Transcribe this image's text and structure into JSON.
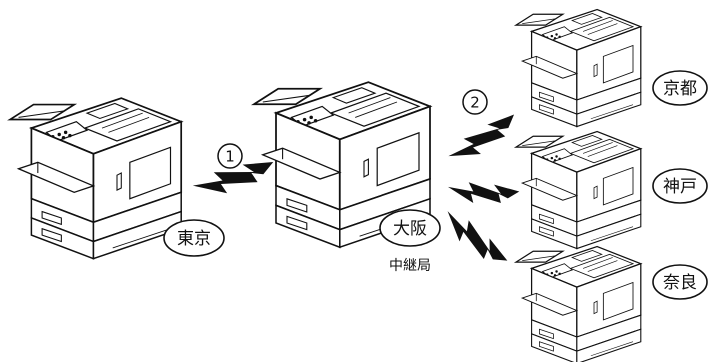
{
  "steps": {
    "step1": "1",
    "step2": "2"
  },
  "stations": {
    "tokyo": "東京",
    "osaka": "大阪",
    "kyoto": "京都",
    "kobe": "神戸",
    "nara": "奈良"
  },
  "relay_label": "中継局"
}
